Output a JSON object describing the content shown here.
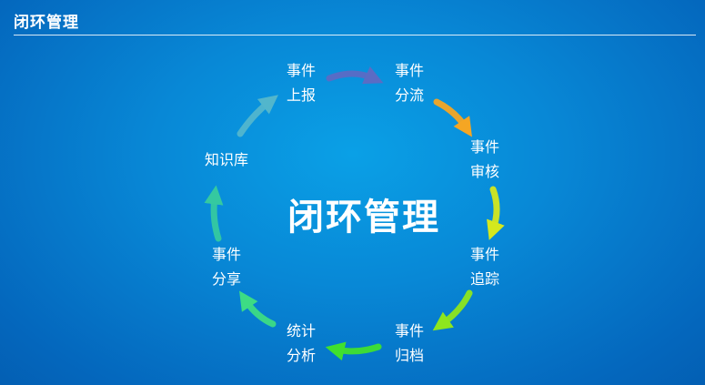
{
  "header": {
    "title": "闭环管理"
  },
  "diagram": {
    "center_label": "闭环管理",
    "nodes": [
      {
        "id": "report",
        "lines": [
          "事件",
          "上报"
        ]
      },
      {
        "id": "dispatch",
        "lines": [
          "事件",
          "分流"
        ]
      },
      {
        "id": "review",
        "lines": [
          "事件",
          "审核"
        ]
      },
      {
        "id": "track",
        "lines": [
          "事件",
          "追踪"
        ]
      },
      {
        "id": "archive",
        "lines": [
          "事件",
          "归档"
        ]
      },
      {
        "id": "analysis",
        "lines": [
          "统计",
          "分析"
        ]
      },
      {
        "id": "share",
        "lines": [
          "事件",
          "分享"
        ]
      },
      {
        "id": "knowledge",
        "lines": [
          "知识库"
        ]
      }
    ],
    "arrow_colors": [
      "#5b6cc4",
      "#f5a623",
      "#d4e81e",
      "#8ee61e",
      "#40e02e",
      "#3ddc84",
      "#35c9a0",
      "#52b6cc"
    ]
  }
}
